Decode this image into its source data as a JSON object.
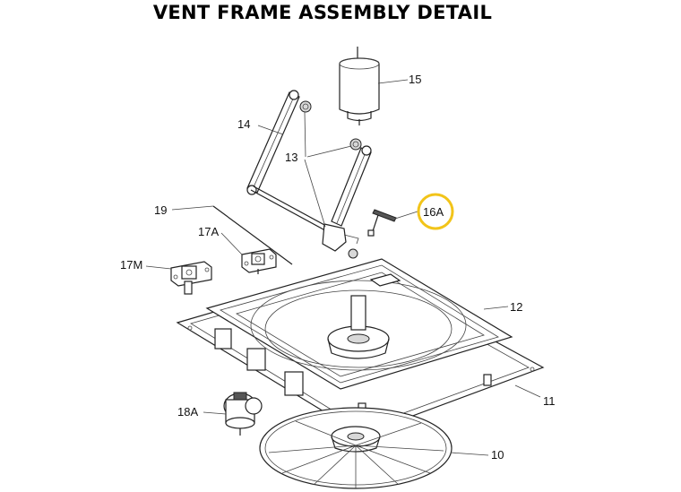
{
  "title": "VENT FRAME ASSEMBLY DETAIL",
  "highlight_color": "#f2c41a",
  "callouts": [
    {
      "id": "15",
      "label": "15"
    },
    {
      "id": "14",
      "label": "14"
    },
    {
      "id": "13",
      "label": "13"
    },
    {
      "id": "16A",
      "label": "16A",
      "highlighted": true
    },
    {
      "id": "19",
      "label": "19"
    },
    {
      "id": "17A",
      "label": "17A"
    },
    {
      "id": "17M",
      "label": "17M"
    },
    {
      "id": "12",
      "label": "12"
    },
    {
      "id": "11",
      "label": "11"
    },
    {
      "id": "18A",
      "label": "18A"
    },
    {
      "id": "10",
      "label": "10"
    }
  ]
}
